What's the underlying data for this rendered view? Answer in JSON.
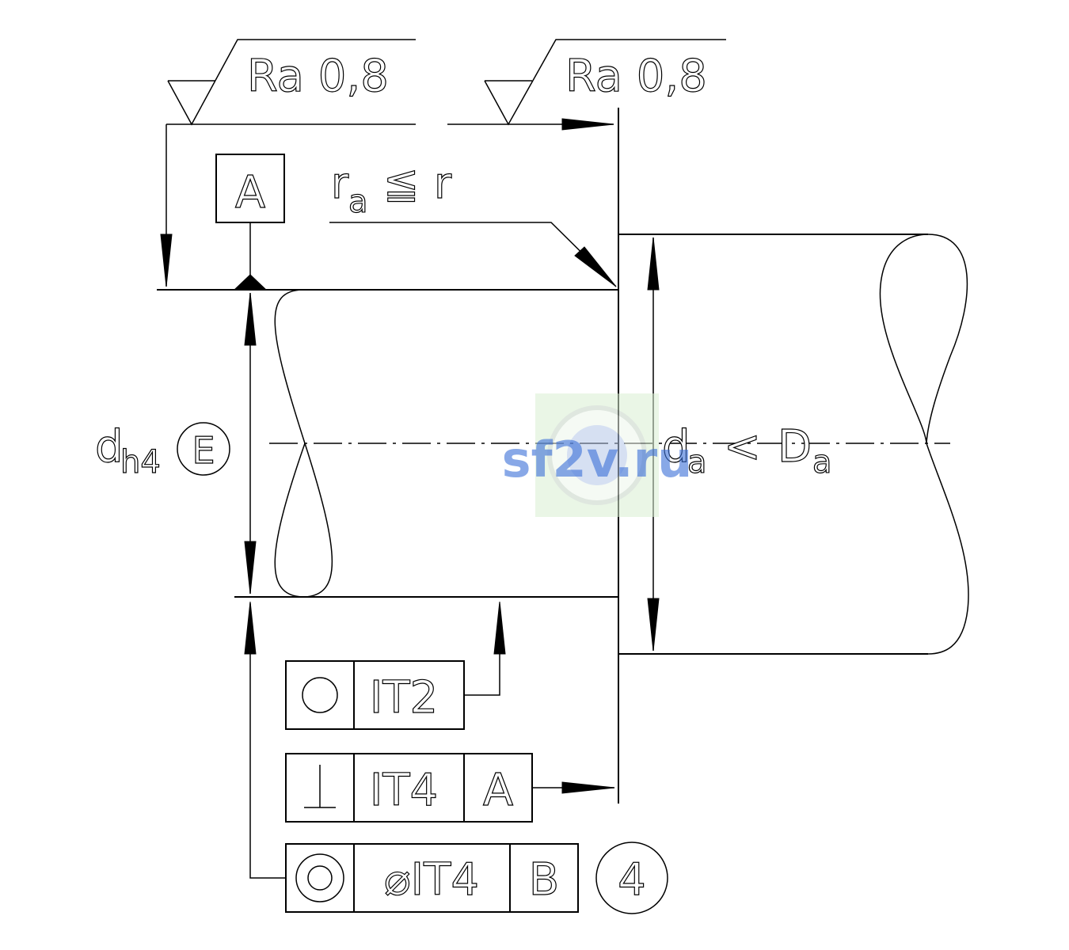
{
  "roughness": [
    {
      "label": "Ra 0,8"
    },
    {
      "label": "Ra 0,8"
    }
  ],
  "datum_a": {
    "letter": "A"
  },
  "radius_note": {
    "r": "r",
    "sub": "a",
    "relation": "≦",
    "rhs": "r"
  },
  "shaft_diameter": {
    "symbol": "d",
    "sub": "h4",
    "envelope": "E"
  },
  "abutment_diameter": {
    "d": "d",
    "d_sub": "a",
    "relation": "<",
    "D": "D",
    "D_sub": "a"
  },
  "tolerance_frames": {
    "roundness": {
      "symbol": "○",
      "value": "IT2"
    },
    "perpendicularity": {
      "symbol": "⊥",
      "value": "IT4",
      "datum": "A"
    },
    "concentricity": {
      "value": "⌀IT4",
      "datum": "B",
      "note": "4"
    }
  },
  "watermark": {
    "text": "sf2v.ru",
    "color": "#3a6fd8"
  }
}
